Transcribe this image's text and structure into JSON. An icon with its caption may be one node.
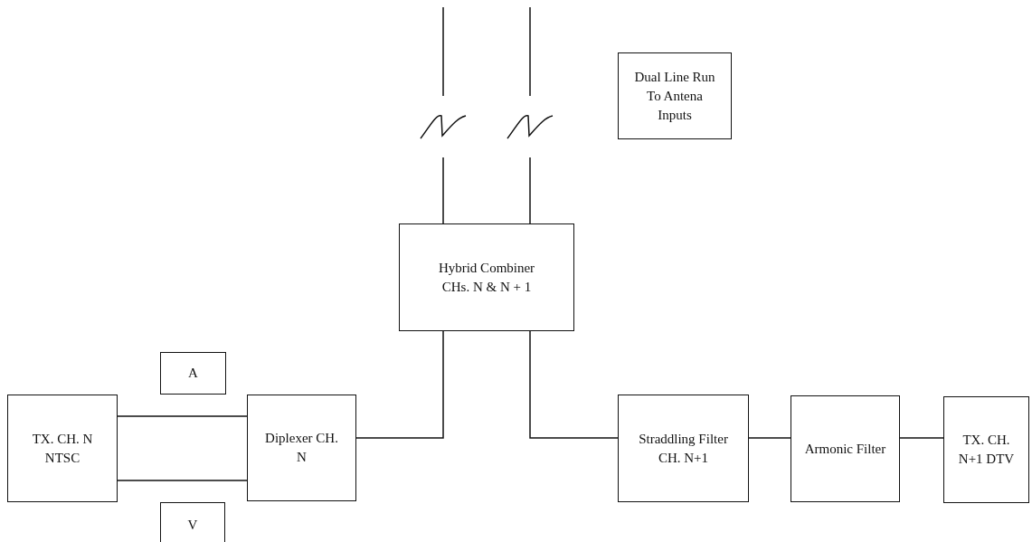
{
  "diagram": {
    "nodes": [
      {
        "text": [
          "Dual Line Run To Antena Inputs"
        ]
      },
      {
        "text": [
          "Hybrid Combiner CHs. N & N + 1"
        ]
      },
      {
        "text": [
          "A"
        ]
      },
      {
        "text": [
          "TX. CH. N NTSC"
        ]
      },
      {
        "text": [
          "Diplexer CH. N"
        ]
      },
      {
        "text": [
          "Straddling Filter CH. N+1"
        ]
      },
      {
        "text": [
          "Armonic Filter"
        ]
      },
      {
        "text": [
          "TX. CH. N+1 DTV"
        ]
      },
      {
        "text": [
          "V"
        ]
      }
    ],
    "edges": [
      {
        "from": null,
        "to": 1,
        "arrow": "none"
      },
      {
        "from": null,
        "to": 1,
        "arrow": "none"
      },
      {
        "from": 3,
        "to": 4,
        "arrow": "none"
      },
      {
        "from": 3,
        "to": 4,
        "arrow": "none"
      },
      {
        "from": 4,
        "to": 1,
        "arrow": "none"
      },
      {
        "from": 1,
        "to": 5,
        "arrow": "none"
      },
      {
        "from": 5,
        "to": 6,
        "arrow": "none"
      },
      {
        "from": 7,
        "to": 6,
        "arrow": "none"
      }
    ]
  }
}
